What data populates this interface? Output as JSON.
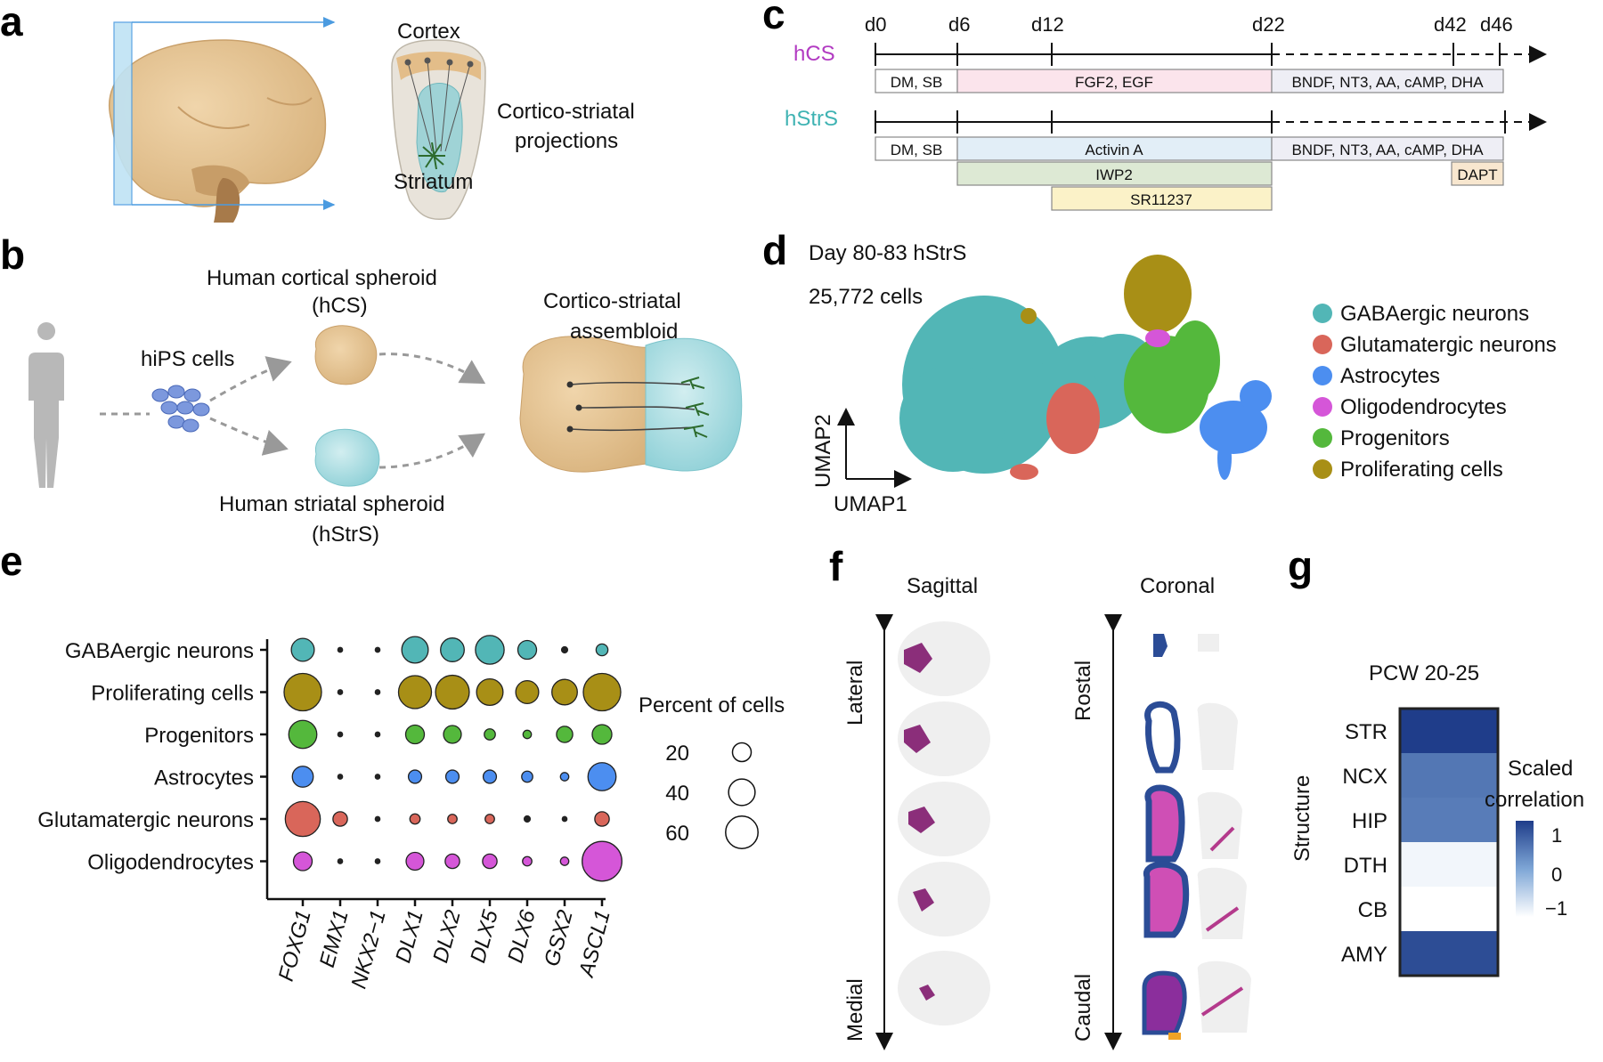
{
  "panels": {
    "a": {
      "letter": "a",
      "labels": {
        "cortex": "Cortex",
        "striatum": "Striatum",
        "proj1": "Cortico-striatal",
        "proj2": "projections"
      }
    },
    "b": {
      "letter": "b",
      "hiPS": "hiPS cells",
      "hcs1": "Human cortical spheroid",
      "hcs2": "(hCS)",
      "hstrs1": "Human striatal spheroid",
      "hstrs2": "(hStrS)",
      "assembloid1": "Cortico-striatal",
      "assembloid2": "assembloid"
    },
    "c": {
      "letter": "c",
      "days": [
        "d0",
        "d6",
        "d12",
        "d22",
        "d42",
        "d46"
      ],
      "hcs_label": "hCS",
      "hstrs_label": "hStrS",
      "hcs_boxes": [
        "DM, SB",
        "FGF2, EGF",
        "BNDF, NT3, AA, cAMP, DHA"
      ],
      "hstrs_boxes": [
        "DM, SB",
        "Activin A",
        "BNDF, NT3, AA, cAMP, DHA",
        "IWP2",
        "DAPT",
        "SR11237"
      ],
      "colors": {
        "hcs": "#b23bc2",
        "hstrs": "#3fb3b3"
      }
    },
    "d": {
      "letter": "d",
      "title": "Day 80-83 hStrS",
      "subtitle": "25,772 cells",
      "axis_x": "UMAP1",
      "axis_y": "UMAP2",
      "legend": [
        {
          "label": "GABAergic neurons",
          "color": "#52b6b6"
        },
        {
          "label": "Glutamatergic neurons",
          "color": "#d9665a"
        },
        {
          "label": "Astrocytes",
          "color": "#4c8ef0"
        },
        {
          "label": "Oligodendrocytes",
          "color": "#d556d8"
        },
        {
          "label": "Progenitors",
          "color": "#54b83c"
        },
        {
          "label": "Proliferating cells",
          "color": "#a88f16"
        }
      ]
    },
    "f": {
      "letter": "f",
      "sagittal": "Sagittal",
      "coronal": "Coronal",
      "lateral": "Lateral",
      "medial": "Medial",
      "rostral": "Rostal",
      "caudal": "Caudal"
    },
    "g": {
      "letter": "g",
      "title": "PCW 20-25",
      "ylabel": "Structure",
      "legend_title1": "Scaled",
      "legend_title2": "correlation",
      "legend_ticks": [
        "1",
        "0",
        "−1"
      ]
    }
  },
  "chart_data": [
    {
      "type": "scatter",
      "name": "dot plot (panel e)",
      "xlabel": "",
      "ylabel": "",
      "genes": [
        "FOXG1",
        "EMX1",
        "NKX2−1",
        "DLX1",
        "DLX2",
        "DLX5",
        "DLX6",
        "GSX2",
        "ASCL1"
      ],
      "cell_types": [
        "GABAergic neurons",
        "Proliferating cells",
        "Progenitors",
        "Astrocytes",
        "Glutamatergic neurons",
        "Oligodendrocytes"
      ],
      "colors": [
        "#52b6b6",
        "#a88f16",
        "#54b83c",
        "#4c8ef0",
        "#d9665a",
        "#d556d8"
      ],
      "percent_of_cells": [
        [
          30,
          2,
          2,
          40,
          32,
          47,
          20,
          3,
          8
        ],
        [
          80,
          2,
          2,
          62,
          65,
          40,
          30,
          37,
          80
        ],
        [
          45,
          2,
          2,
          20,
          18,
          7,
          4,
          15,
          22
        ],
        [
          25,
          2,
          2,
          10,
          10,
          10,
          7,
          4,
          45
        ],
        [
          70,
          12,
          2,
          6,
          5,
          5,
          3,
          2,
          12
        ],
        [
          20,
          2,
          2,
          18,
          12,
          12,
          5,
          4,
          90
        ]
      ],
      "size_legend_title": "Percent of cells",
      "size_legend": [
        20,
        40,
        60
      ]
    },
    {
      "type": "heatmap",
      "name": "panel g",
      "title": "PCW 20-25",
      "structures": [
        "STR",
        "NCX",
        "HIP",
        "DTH",
        "CB",
        "AMY"
      ],
      "scaled_correlation": [
        1.0,
        0.45,
        0.4,
        -0.9,
        -1.0,
        0.85
      ],
      "range": [
        -1,
        1
      ]
    }
  ]
}
